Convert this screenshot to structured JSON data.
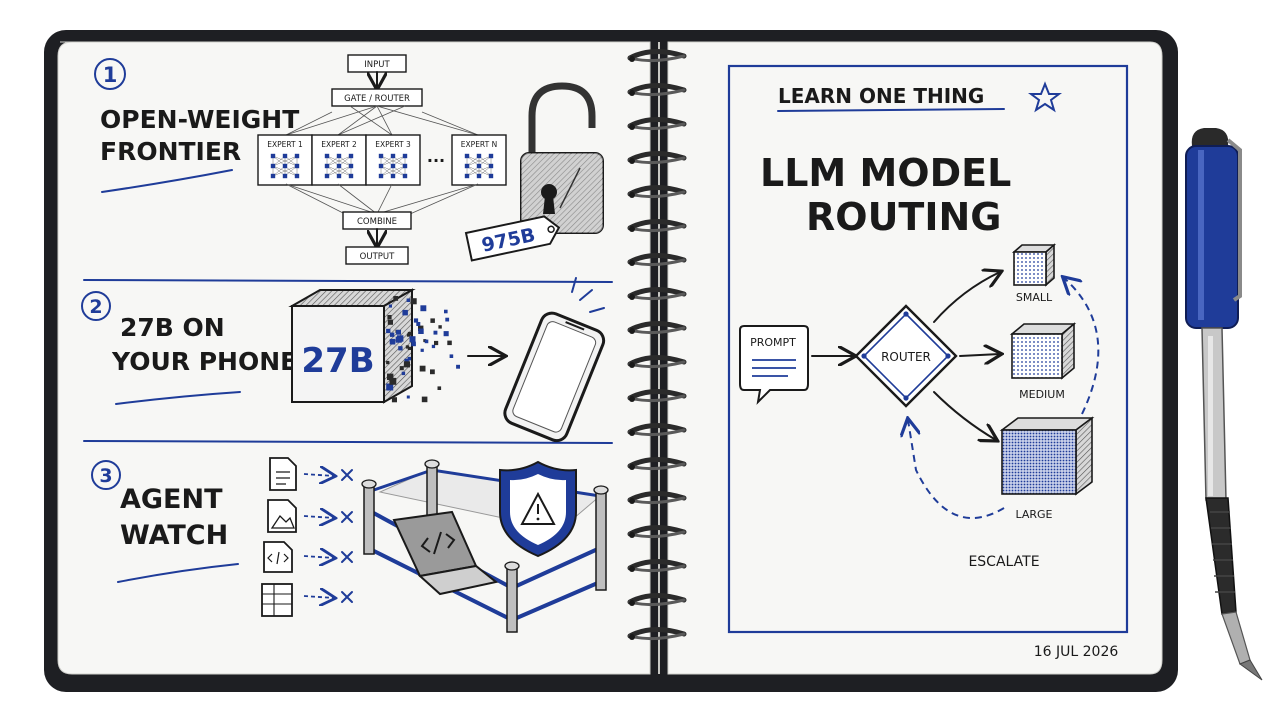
{
  "colors": {
    "ink": "#1a1a1a",
    "accent": "#1f3c99",
    "paper": "#f7f7f5",
    "cover": "#1e1f23"
  },
  "left_page": {
    "sections": [
      {
        "number": "1",
        "title_lines": [
          "OPEN-WEIGHT",
          "FRONTIER"
        ]
      },
      {
        "number": "2",
        "title_lines": [
          "27B ON",
          "YOUR PHONE"
        ]
      },
      {
        "number": "3",
        "title_lines": [
          "AGENT",
          "WATCH"
        ]
      }
    ],
    "moe": {
      "input": "INPUT",
      "router": "GATE / ROUTER",
      "experts": [
        "EXPERT 1",
        "EXPERT 2",
        "EXPERT 3",
        "EXPERT N"
      ],
      "ellipsis": "...",
      "combine": "COMBINE",
      "output": "OUTPUT"
    },
    "lock_tag": "975B",
    "cube_label": "27B",
    "icons": [
      "document-icon",
      "image-icon",
      "code-icon",
      "spreadsheet-icon",
      "laptop-icon",
      "warning-shield-icon",
      "phone-icon",
      "padlock-icon"
    ]
  },
  "right_page": {
    "banner": "LEARN ONE THING",
    "title_lines": [
      "LLM MODEL",
      "ROUTING"
    ],
    "diagram": {
      "prompt": "PROMPT",
      "router": "ROUTER",
      "models": [
        "SMALL",
        "MEDIUM",
        "LARGE"
      ],
      "escalate": "ESCALATE"
    },
    "date": "16 JUL 2026"
  }
}
